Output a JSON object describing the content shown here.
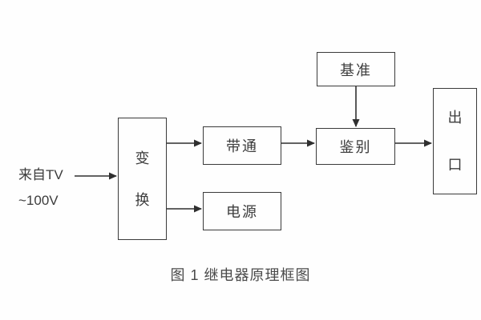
{
  "diagram": {
    "source": {
      "line1": "来自TV",
      "line2": "~100V"
    },
    "blocks": {
      "transform": {
        "char1": "变",
        "char2": "换"
      },
      "bandpass": {
        "label": "带通"
      },
      "power": {
        "label": "电源"
      },
      "reference": {
        "label": "基准"
      },
      "discriminator": {
        "label": "鉴别"
      },
      "outlet": {
        "char1": "出",
        "char2": "口"
      }
    },
    "connectors": [
      "input-to-transform",
      "transform-to-bandpass",
      "bandpass-to-discriminator",
      "reference-to-discriminator",
      "discriminator-to-outlet",
      "transform-to-power"
    ],
    "caption": "图 1 继电器原理框图",
    "colors": {
      "line": "#3a3a3a",
      "box_border": "#3a3a3a",
      "text": "#3c3c3c",
      "caption": "#4a4a4a",
      "background": "#fefefe"
    }
  }
}
